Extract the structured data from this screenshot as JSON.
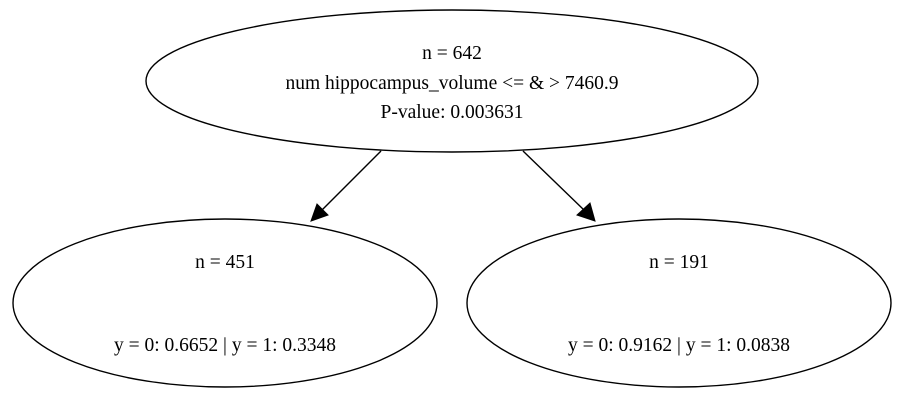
{
  "tree": {
    "root": {
      "n": "n = 642",
      "split": "num hippocampus_volume <= & > 7460.9",
      "pvalue": "P-value: 0.003631"
    },
    "left_leaf": {
      "n": "n = 451",
      "dist": "y = 0: 0.6652 | y = 1: 0.3348"
    },
    "right_leaf": {
      "n": "n = 191",
      "dist": "y = 0: 0.9162 | y = 1: 0.0838"
    }
  }
}
